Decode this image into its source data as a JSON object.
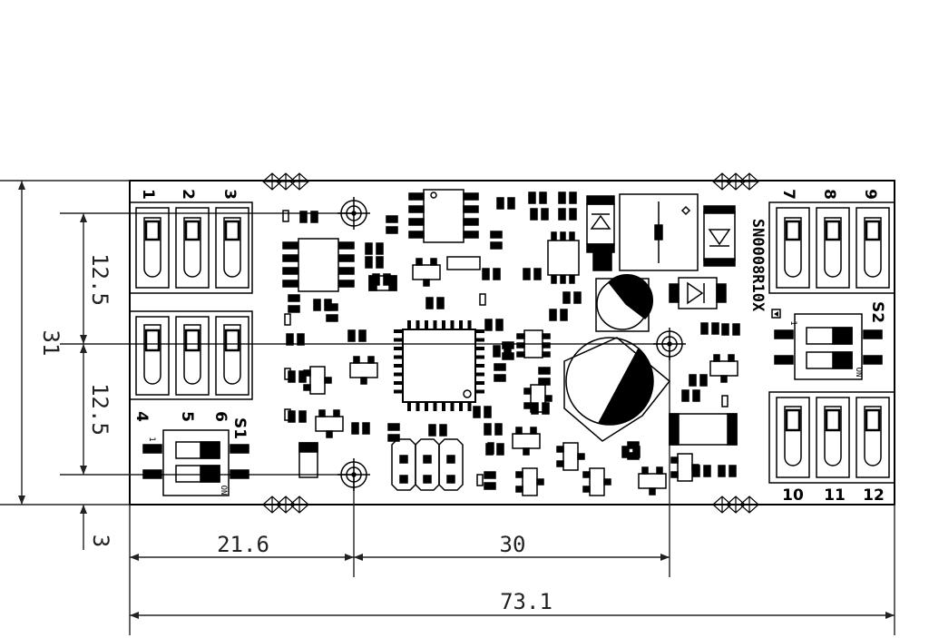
{
  "dimensions": {
    "overall_height": "31",
    "upper_pitch": "12.5",
    "lower_pitch": "12.5",
    "bottom_offset": "3",
    "left_hole_x": "21.6",
    "hole_spacing": "30",
    "overall_width": "73.1"
  },
  "board": {
    "part_number": "SN0008R10X",
    "switch_s1": "S1",
    "switch_s2": "S2",
    "switch_on_label": "ON",
    "switch_pin1_label": "1",
    "pins_top_left": [
      "1",
      "2",
      "3"
    ],
    "pins_mid_left": [
      "4",
      "5",
      "6"
    ],
    "pins_top_right": [
      "7",
      "8",
      "9"
    ],
    "pins_bottom_right": [
      "10",
      "11",
      "12"
    ]
  },
  "colors": {
    "ink": "#000000",
    "dimension_line": "#222222",
    "background": "#ffffff"
  }
}
